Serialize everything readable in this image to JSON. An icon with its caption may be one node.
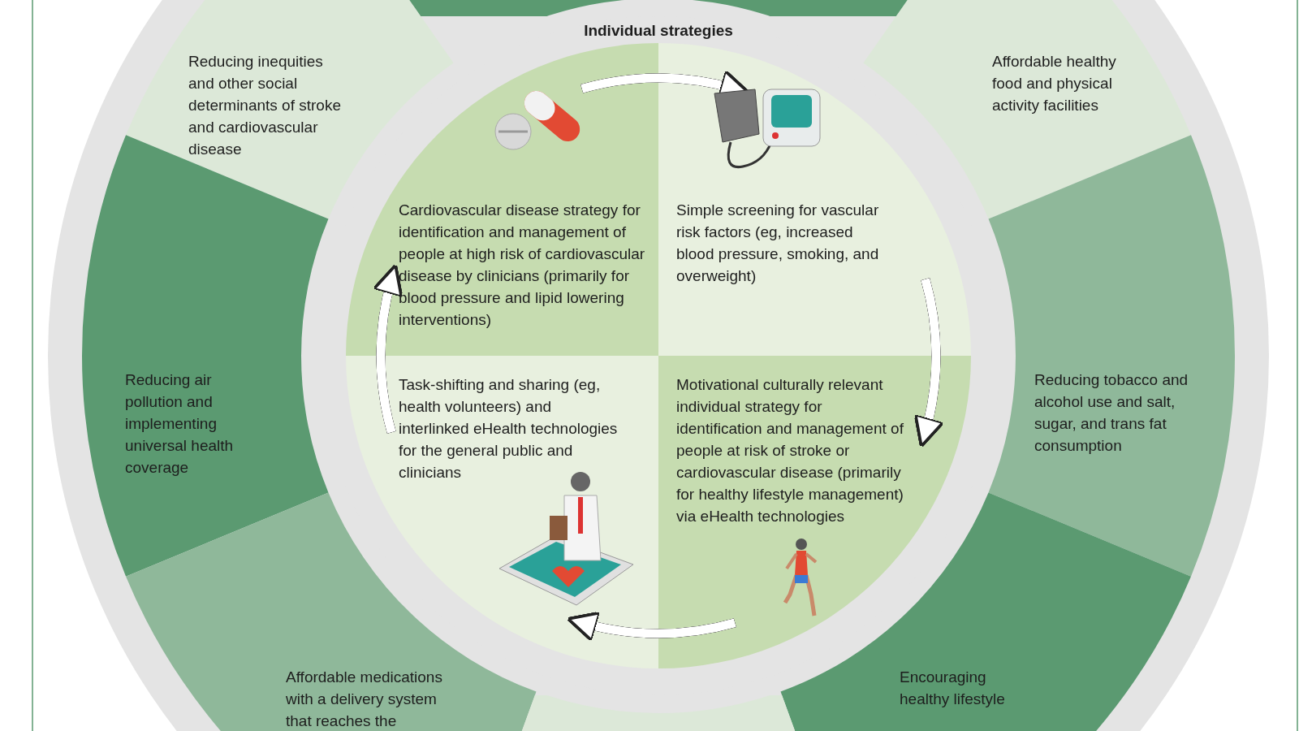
{
  "diagram": {
    "nodes": [
      {
        "text": [],
        "shape": "box"
      },
      {
        "text": [
          "Reducing inequities and other social determinants of stroke and cardiovascular disease"
        ]
      },
      {
        "text": [
          "Affordable healthy food and physical activity facilities"
        ]
      },
      {
        "text": [
          "Individual strategies"
        ]
      },
      {
        "text": [
          "Cardiovascular disease strategy for identification and management of people at high risk of cardiovascular disease by clinicians (primarily for blood pressure and lipid lowering interventions)"
        ],
        "in": 3
      },
      {
        "text": [
          "Simple screening for vascular risk factors (eg, increased blood pressure, smoking, and overweight)"
        ],
        "in": 3
      },
      {
        "text": [
          "Reducing air pollution and implementing universal health coverage"
        ]
      },
      {
        "text": [
          "Reducing tobacco and alcohol use and salt, sugar, and trans fat consumption"
        ]
      },
      {
        "text": [
          "Task-shifting and sharing (eg, health volunteers) and interlinked eHealth technologies for the general public and clinicians"
        ],
        "in": 3
      },
      {
        "text": [
          "Motivational culturally relevant individual strategy for identification and management of people at risk of stroke or cardiovascular disease (primarily for healthy lifestyle management) via eHealth technologies"
        ],
        "in": 3
      },
      {
        "text": [
          "Affordable medications with a delivery system that reaches the"
        ]
      },
      {
        "text": [
          "Encouraging healthy lifestyle"
        ]
      },
      {
        "text": [],
        "shape": "box"
      }
    ],
    "edges": [
      {
        "from": 4,
        "to": 5,
        "arrow": "to"
      },
      {
        "from": 5,
        "to": 9,
        "arrow": "to"
      },
      {
        "from": 9,
        "to": 8,
        "arrow": "to"
      },
      {
        "from": 8,
        "to": 4,
        "arrow": "to"
      }
    ]
  }
}
